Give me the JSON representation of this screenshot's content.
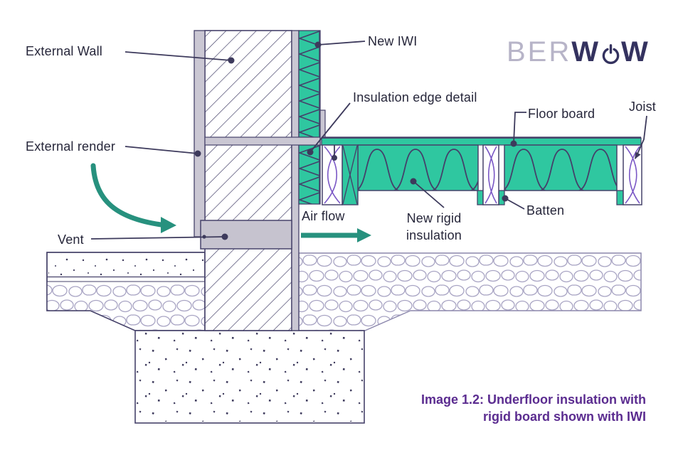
{
  "logo": {
    "prefix": "BER",
    "w1": "W",
    "w2": "W",
    "power_icon": "power-icon"
  },
  "labels": {
    "external_wall": "External Wall",
    "new_iwi": "New IWI",
    "insulation_edge_detail": "Insulation edge detail",
    "floor_board": "Floor board",
    "joist": "Joist",
    "external_render": "External render",
    "vent": "Vent",
    "air_flow": "Air flow",
    "new_rigid_line1": "New rigid",
    "new_rigid_line2": "insulation",
    "batten": "Batten"
  },
  "caption": {
    "line1": "Image 1.2: Underfloor insulation with",
    "line2": "rigid board shown with IWI"
  },
  "colors": {
    "insulation_green": "#2fc7a0",
    "drawing_line": "#46426a",
    "leader_line": "#3d3a5c",
    "gray_fill": "#cac7d3",
    "joist_curve": "#7a57c5",
    "stone_outline": "#a9a5c4",
    "teal_arrow": "#27917e",
    "caption_purple": "#5b2c90",
    "logo_light": "#b7b4c8",
    "logo_dark": "#34325f",
    "label_text": "#26263a"
  }
}
